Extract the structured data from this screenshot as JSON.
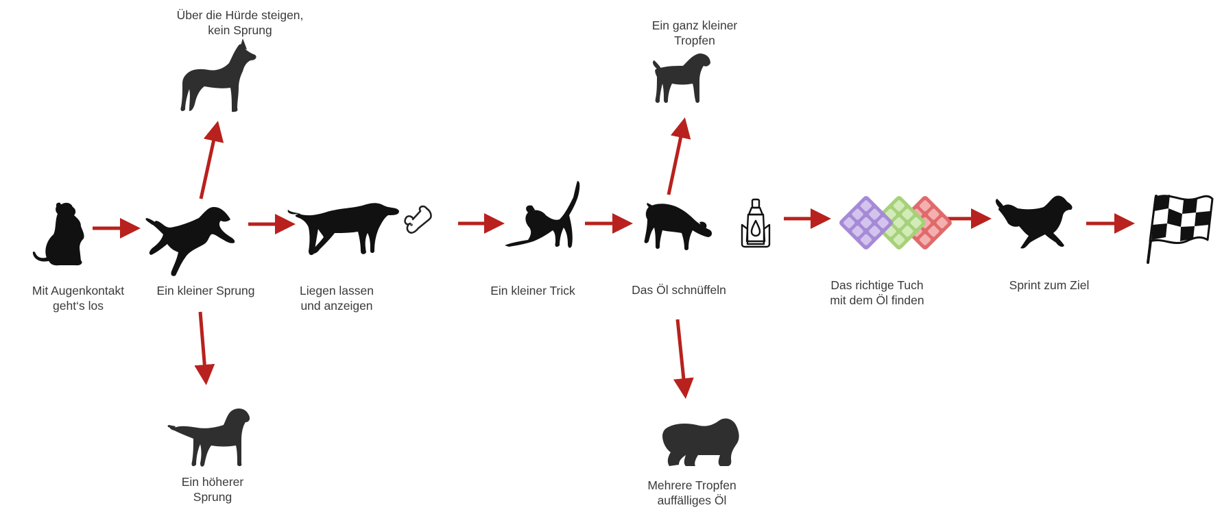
{
  "colors": {
    "arrow": "#b8211d",
    "silhouette": "#111111",
    "silhouette_dark_grey": "#2f2f2f",
    "cloth_purple": "#a68ad6",
    "cloth_green": "#a6d17a",
    "cloth_red": "#e06a6a",
    "label_text": "#3a3a3a"
  },
  "steps": [
    {
      "id": "start",
      "icon": "sitting-dog-icon",
      "label_lines": [
        "Mit Augenkontakt",
        "geht‘s los"
      ]
    },
    {
      "id": "jump",
      "icon": "jumping-dog-icon",
      "label_lines": [
        "Ein kleiner Sprung"
      ]
    },
    {
      "id": "down",
      "icon": "pointing-dog-icon",
      "label_lines": [
        "Liegen lassen",
        "und anzeigen"
      ]
    },
    {
      "id": "trick",
      "icon": "play-bow-dog-icon",
      "label_lines": [
        "Ein kleiner Trick"
      ]
    },
    {
      "id": "sniff",
      "icon": "sniffing-dog-icon",
      "label_lines": [
        "Das Öl schnüffeln"
      ]
    },
    {
      "id": "cloth",
      "icon": "cloth-squares-icon",
      "label_lines": [
        "Das richtige Tuch",
        "mit dem Öl finden"
      ]
    },
    {
      "id": "sprint",
      "icon": "running-dog-icon",
      "label_lines": [
        "Sprint zum Ziel"
      ]
    },
    {
      "id": "finish",
      "icon": "checkered-flag-icon",
      "label_lines": []
    }
  ],
  "variants": [
    {
      "id": "hurdle",
      "icon": "great-dane-icon",
      "label_lines": [
        "Über die Hürde steigen,",
        "kein Sprung"
      ]
    },
    {
      "id": "higher",
      "icon": "retriever-icon",
      "label_lines": [
        "Ein höherer",
        "Sprung"
      ]
    },
    {
      "id": "tiny-drop",
      "icon": "beagle-icon",
      "label_lines": [
        "Ein ganz kleiner",
        "Tropfen"
      ]
    },
    {
      "id": "many-drops",
      "icon": "bulldog-icon",
      "label_lines": [
        "Mehrere Tropfen",
        "auffälliges Öl"
      ]
    }
  ],
  "props": [
    {
      "id": "bone",
      "icon": "bone-icon"
    },
    {
      "id": "oil",
      "icon": "oil-bottle-icon"
    }
  ]
}
